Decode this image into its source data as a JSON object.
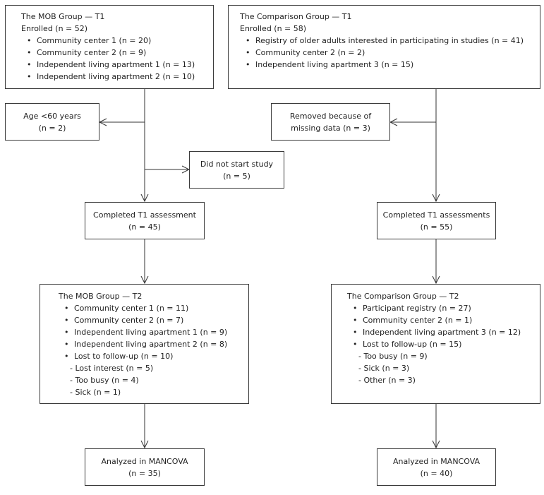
{
  "mob_t1": {
    "title": "The MOB Group — T1",
    "enrolled": "Enrolled (n = 52)",
    "items": [
      "Community center 1 (n = 20)",
      "Community center 2 (n = 9)",
      "Independent living apartment 1 (n = 13)",
      "Independent living apartment 2 (n = 10)"
    ]
  },
  "cmp_t1": {
    "title": "The Comparison Group — T1",
    "enrolled": "Enrolled (n = 58)",
    "items": [
      "Registry of older adults interested in participating in studies (n = 41)",
      "Community center 2 (n = 2)",
      "Independent living apartment 3 (n = 15)"
    ]
  },
  "excl_age": {
    "line1": "Age <60 years",
    "line2": "(n = 2)"
  },
  "excl_nostart": {
    "line1": "Did not start study",
    "line2": "(n = 5)"
  },
  "excl_missing": {
    "line1": "Removed because of",
    "line2": "missing data (n = 3)"
  },
  "mob_completed": {
    "line1": "Completed T1 assessment",
    "line2": "(n = 45)"
  },
  "cmp_completed": {
    "line1": "Completed T1 assessments",
    "line2": "(n = 55)"
  },
  "mob_t2": {
    "title": "The MOB Group — T2",
    "items": [
      "Community center  1 (n = 11)",
      "Community center 2 (n = 7)",
      "Independent living apartment 1 (n = 9)",
      "Independent living apartment 2 (n = 8)",
      "Lost to follow-up (n = 10)"
    ],
    "subitems": [
      "- Lost interest (n = 5)",
      "- Too busy (n = 4)",
      "- Sick (n = 1)"
    ]
  },
  "cmp_t2": {
    "title": "The Comparison Group — T2",
    "items": [
      "Participant registry (n = 27)",
      "Community center 2 (n = 1)",
      "Independent living apartment 3 (n = 12)",
      "Lost to follow-up (n = 15)"
    ],
    "subitems": [
      "- Too busy (n = 9)",
      "- Sick (n = 3)",
      "- Other (n = 3)"
    ]
  },
  "mob_analyzed": {
    "line1": "Analyzed in MANCOVA",
    "line2": "(n = 35)"
  },
  "cmp_analyzed": {
    "line1": "Analyzed in MANCOVA",
    "line2": "(n = 40)"
  }
}
